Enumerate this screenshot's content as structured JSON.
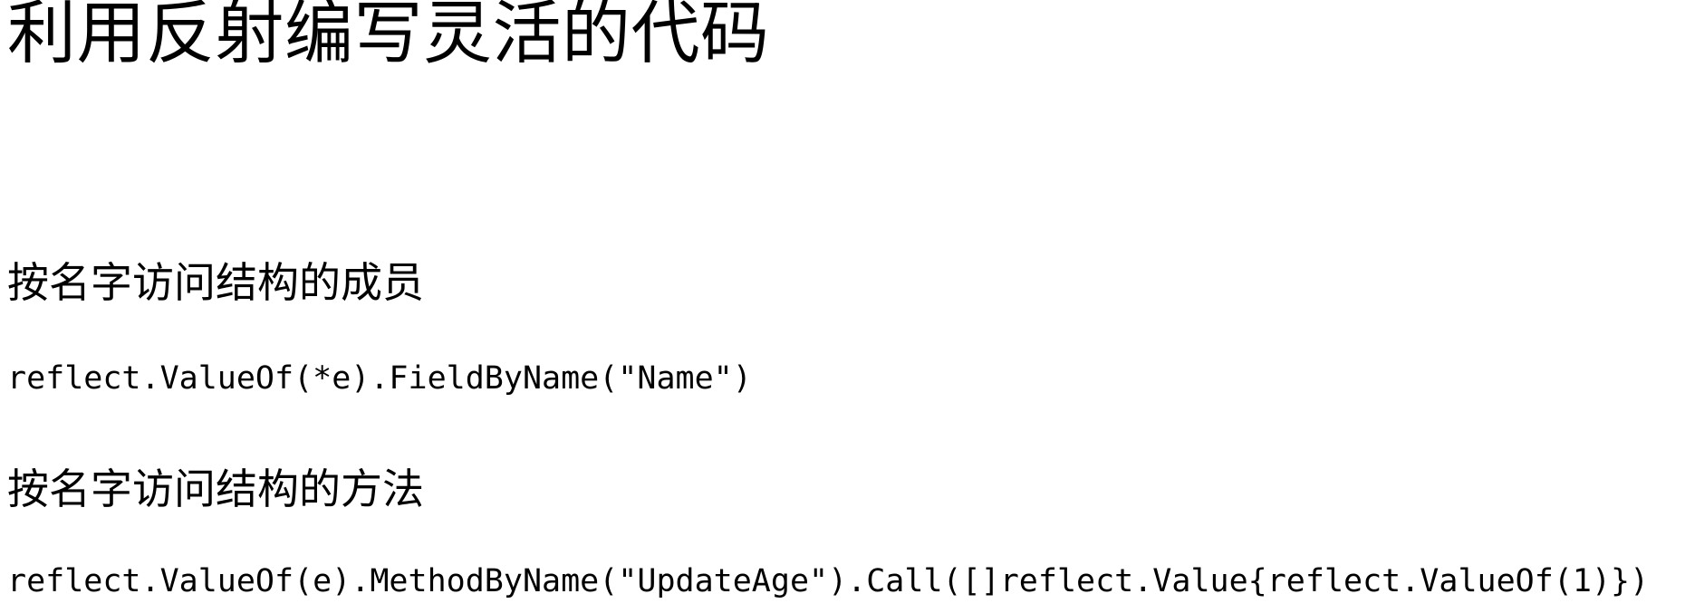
{
  "page": {
    "title": "利用反射编写灵活的代码",
    "colors": {
      "background": "#ffffff",
      "text": "#000000"
    },
    "sections": [
      {
        "heading": "按名字访问结构的成员",
        "code": "reflect.ValueOf(*e).FieldByName(\"Name\")"
      },
      {
        "heading": "按名字访问结构的方法",
        "code": "reflect.ValueOf(e).MethodByName(\"UpdateAge\").Call([]reflect.Value{reflect.ValueOf(1)})"
      }
    ]
  }
}
